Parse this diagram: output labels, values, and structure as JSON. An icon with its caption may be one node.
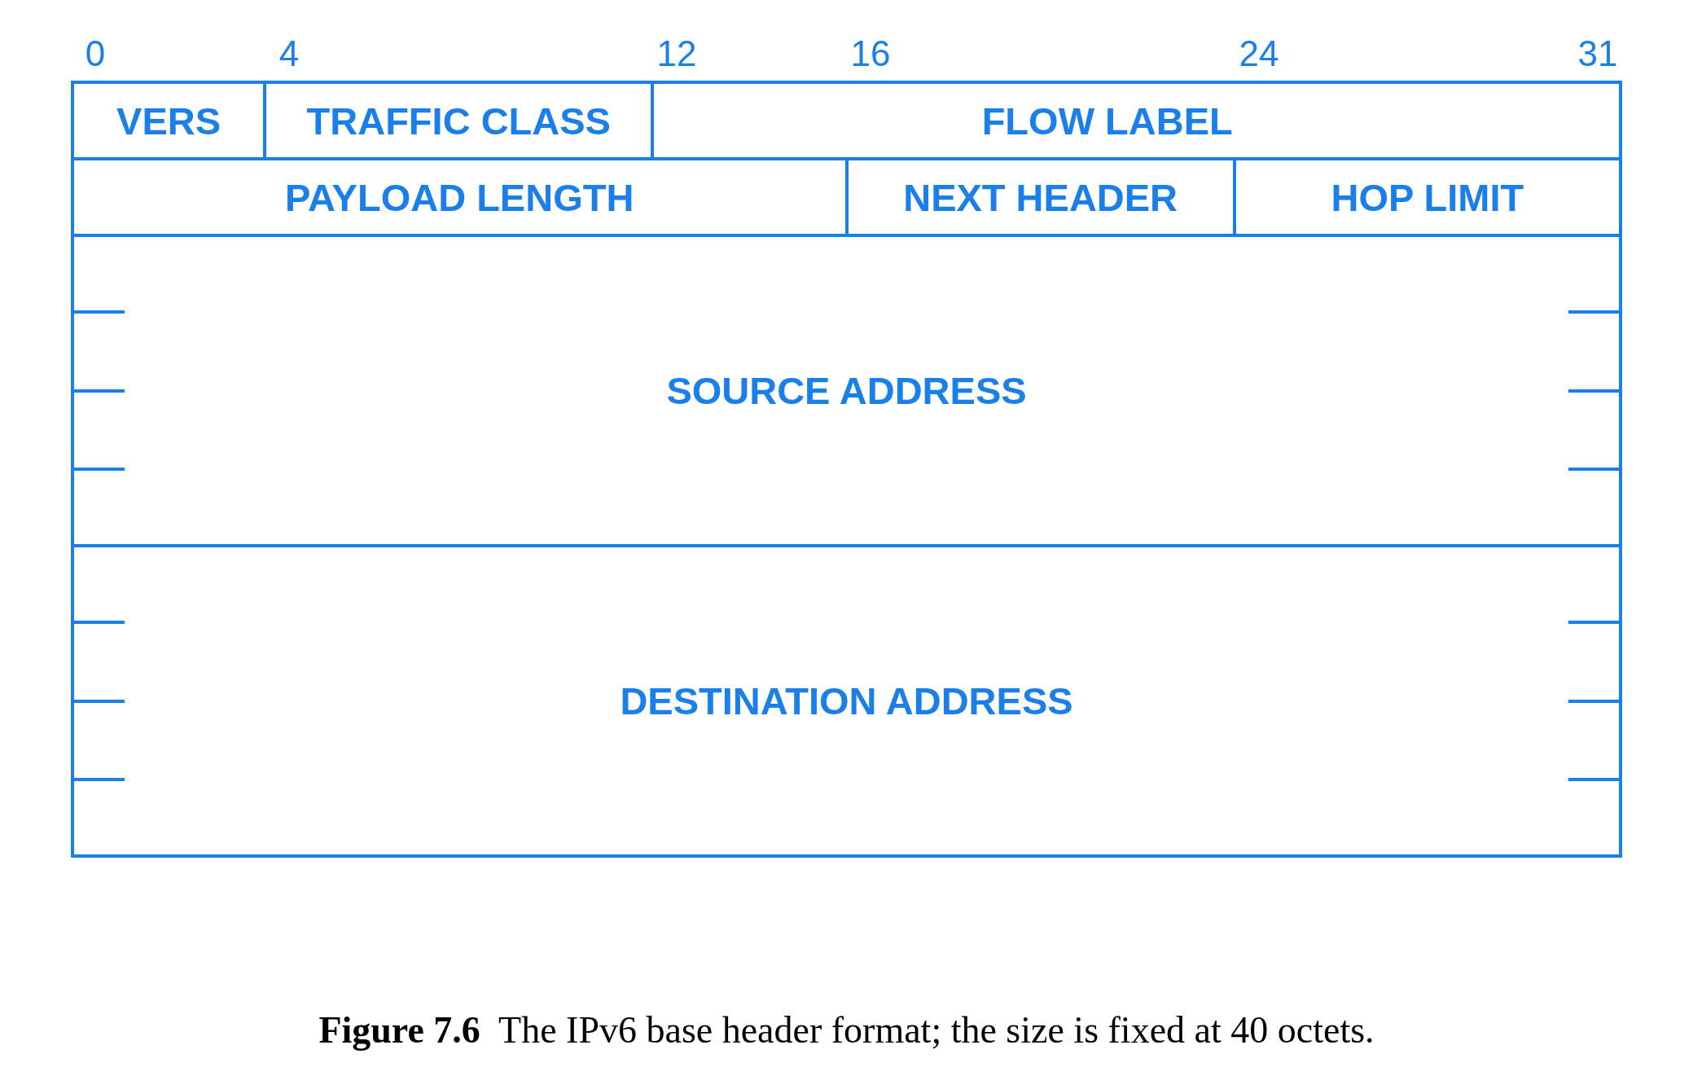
{
  "diagram": {
    "caption": "**Figure 7.6**  The IPv6 base header format; the size is fixed at 40 octets.",
    "nodes": [
      {
        "text": [
          "VERS"
        ]
      },
      {
        "text": [
          "TRAFFIC CLASS"
        ]
      },
      {
        "text": [
          "FLOW LABEL"
        ]
      },
      {
        "text": [
          "PAYLOAD LENGTH"
        ]
      },
      {
        "text": [
          "NEXT HEADER"
        ]
      },
      {
        "text": [
          "HOP LIMIT"
        ]
      },
      {
        "text": [
          "SOURCE ADDRESS"
        ]
      },
      {
        "text": [
          "DESTINATION ADDRESS"
        ]
      }
    ],
    "edges": [],
    "labels": [
      "0",
      "4",
      "12",
      "16",
      "24",
      "31"
    ]
  }
}
